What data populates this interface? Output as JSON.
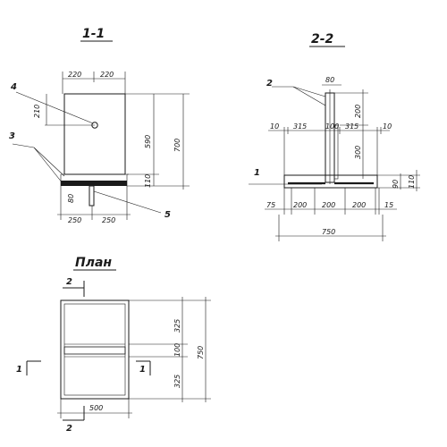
{
  "views": {
    "section_1_1": {
      "title": "1-1",
      "dims": {
        "top_left": "220",
        "top_right": "220",
        "hole_offset": "210",
        "height_590": "590",
        "height_700": "700",
        "base_110": "110",
        "stud_80": "80",
        "bottom_left": "250",
        "bottom_right": "250"
      },
      "callouts": {
        "c3": "3",
        "c4": "4",
        "c5": "5"
      }
    },
    "section_2_2": {
      "title": "2-2",
      "dims": {
        "top_80": "80",
        "vert_200": "200",
        "vert_300": "300",
        "left_10": "10",
        "w315_left": "315",
        "mid_100": "100",
        "w315_right": "315",
        "right_10": "10",
        "base_90": "90",
        "base_110": "110",
        "b75": "75",
        "b200_a": "200",
        "b200_b": "200",
        "b200_c": "200",
        "b15": "15",
        "overall_750": "750"
      },
      "callouts": {
        "c1": "1",
        "c2": "2"
      }
    },
    "plan": {
      "title": "План",
      "dims": {
        "h325_top": "325",
        "h100": "100",
        "h325_bottom": "325",
        "overall_750": "750",
        "width_500": "500"
      },
      "cut_labels": {
        "top_2": "2",
        "bottom_2": "2",
        "left_1": "1",
        "right_1": "1"
      }
    }
  }
}
